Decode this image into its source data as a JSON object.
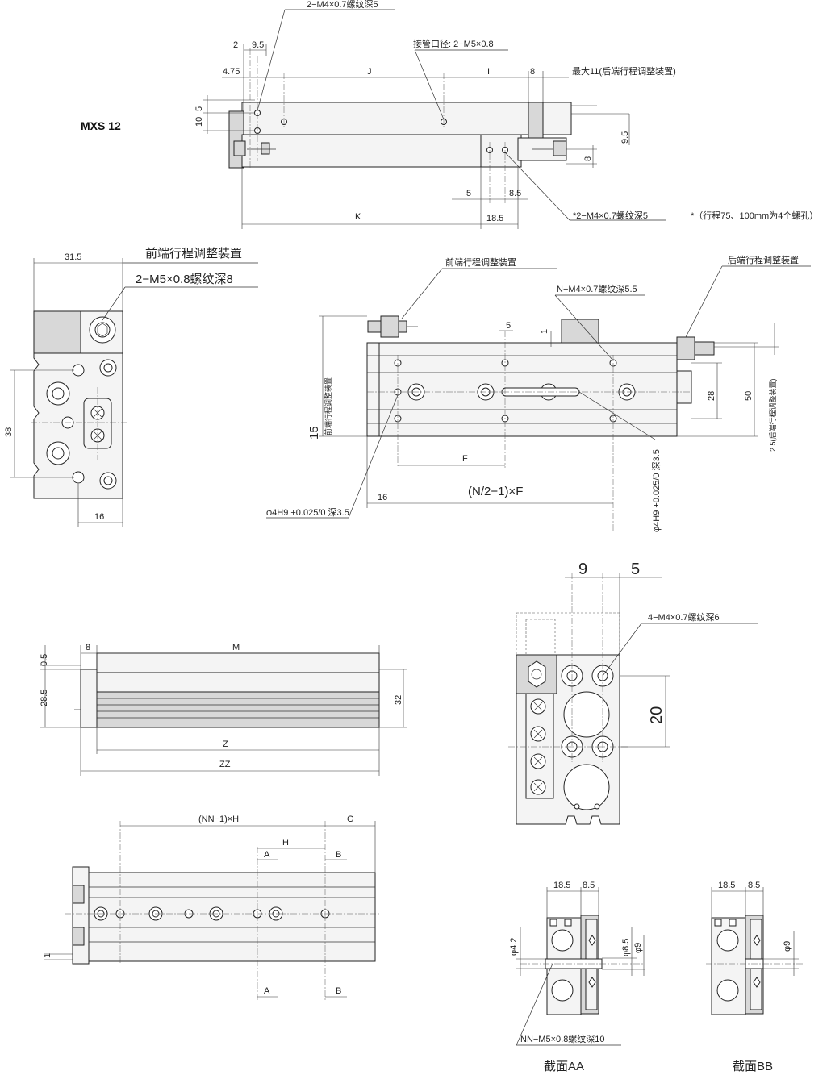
{
  "model": "MXS 12",
  "top_view": {
    "tap_note_top": "2−M4×0.7螺纹深5",
    "port_note": "接管口径: 2−M5×0.8",
    "max_note": "最大11(后端行程调整装置)",
    "tap_note_bottom": "*2−M4×0.7螺纹深5",
    "stroke_note": "*（行程75、100mm为4个螺孔）",
    "dims": {
      "d2": "2",
      "d9_5": "9.5",
      "d4_75": "4.75",
      "J": "J",
      "I": "I",
      "d8": "8",
      "d10": "10",
      "d5v": "5",
      "d9_5b": "9.5",
      "d8b": "8",
      "d5": "5",
      "d8_5": "8.5",
      "K": "K",
      "d18_5": "18.5"
    }
  },
  "end_view": {
    "front_adj": "前端行程调整装置",
    "tap_note": "2−M5×0.8螺纹深8",
    "d31_5": "31.5",
    "d38": "38",
    "d16": "16"
  },
  "plan_view": {
    "front_adj": "前端行程调整装置",
    "rear_adj": "后端行程调整装置",
    "tap_note": "N−M4×0.7螺纹深5.5",
    "d5": "5",
    "d1": "1",
    "d15": "15",
    "front_adj_v": "前端行程调整装置",
    "d28": "28",
    "d50": "50",
    "rear_note_v": "2.5(后端行程调整装置)",
    "F": "F",
    "d16": "16",
    "formula": "(N/2−1)×F",
    "hole_left": "φ4H9 +0.025/0 深3.5",
    "hole_right": "φ4H9 +0.025/0 深3.5"
  },
  "side_view": {
    "d0_5": "0.5",
    "d8": "8",
    "M": "M",
    "d28_5": "28.5",
    "d32": "32",
    "Z": "Z",
    "ZZ": "ZZ"
  },
  "bottom_view": {
    "NN_H": "(NN−1)×H",
    "G": "G",
    "H": "H",
    "A": "A",
    "B": "B",
    "A2": "A",
    "B2": "B",
    "d1": "1"
  },
  "section_detail": {
    "d9": "9",
    "d5": "5",
    "tap_note": "4−M4×0.7螺纹深6",
    "d20": "20"
  },
  "section_AA": {
    "d18_5": "18.5",
    "d8_5": "8.5",
    "phi4_2": "φ4.2",
    "phi8_5": "φ8.5",
    "phi9": "φ9",
    "nn_note": "NN−M5×0.8螺纹深10",
    "label": "截面AA"
  },
  "section_BB": {
    "d18_5": "18.5",
    "d8_5": "8.5",
    "phi9": "φ9",
    "label": "截面BB"
  }
}
